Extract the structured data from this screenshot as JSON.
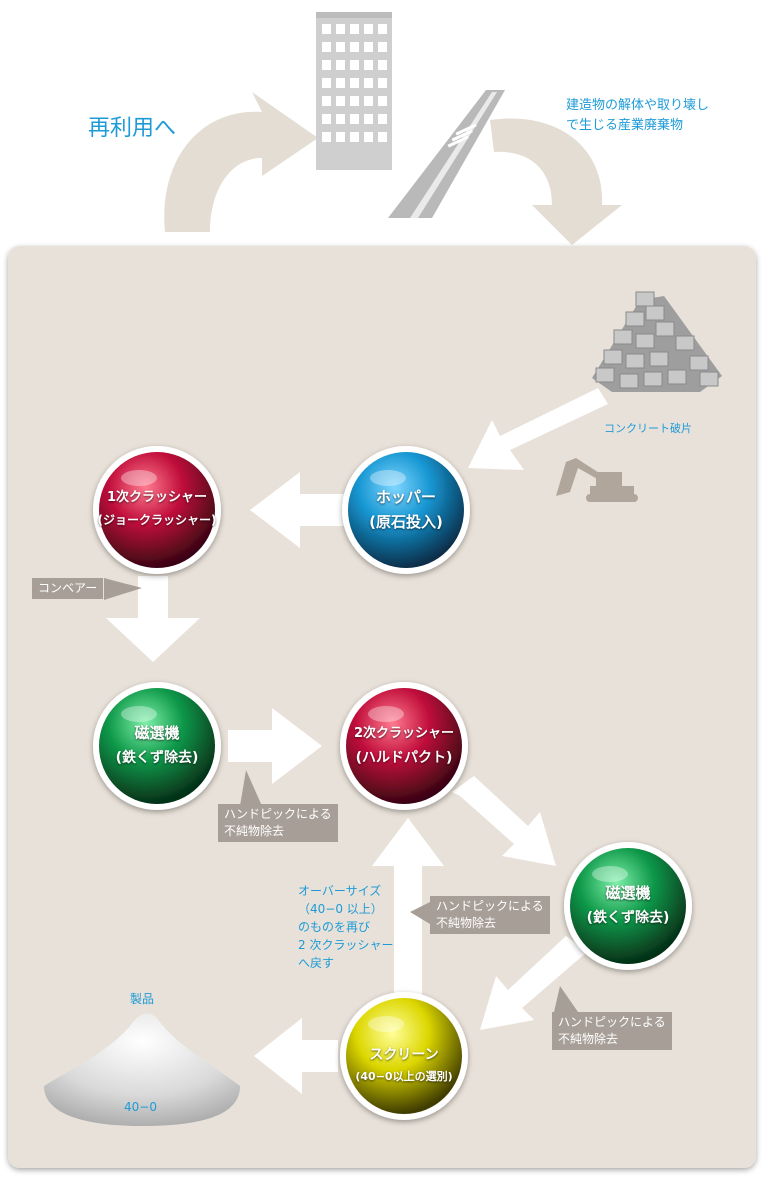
{
  "top": {
    "reuse_label": "再利用へ",
    "waste_label_line1": "建造物の解体や取り壊し",
    "waste_label_line2": "で生じる産業廃棄物"
  },
  "inputs": {
    "concrete_label": "コンクリート破片"
  },
  "nodes": {
    "hopper": {
      "line1": "ホッパー",
      "line2": "(原石投入)",
      "color": "#1aa3dc"
    },
    "crusher1": {
      "line1": "1次クラッシャー",
      "line2": "(ジョークラッシャー)",
      "color": "#c8103e"
    },
    "magnet1": {
      "line1": "磁選機",
      "line2": "(鉄くず除去)",
      "color": "#12a04e"
    },
    "crusher2": {
      "line1": "2次クラッシャー",
      "line2": "(ハルドパクト)",
      "color": "#c8103e"
    },
    "magnet2": {
      "line1": "磁選機",
      "line2": "(鉄くず除去)",
      "color": "#12a04e"
    },
    "screen": {
      "line1": "スクリーン",
      "line2": "(40−0以上の選別)",
      "color": "#e6e000"
    }
  },
  "tags": {
    "conveyor": "コンベアー",
    "handpick1_line1": "ハンドピックによる",
    "handpick1_line2": "不純物除去",
    "handpick2_line1": "ハンドピックによる",
    "handpick2_line2": "不純物除去",
    "handpick3_line1": "ハンドピックによる",
    "handpick3_line2": "不純物除去"
  },
  "oversize": {
    "line1": "オーバーサイズ",
    "line2": "（40−0 以上）",
    "line3": "のものを再び",
    "line4": "2 次クラッシャー",
    "line5": "へ戻す"
  },
  "product": {
    "title": "製品",
    "size": "40−0"
  },
  "colors": {
    "panel": "#e8e1d9",
    "arrow_top": "#e4ddd3",
    "accent_text": "#1e9bd7",
    "tag_bg": "#a79f97"
  }
}
